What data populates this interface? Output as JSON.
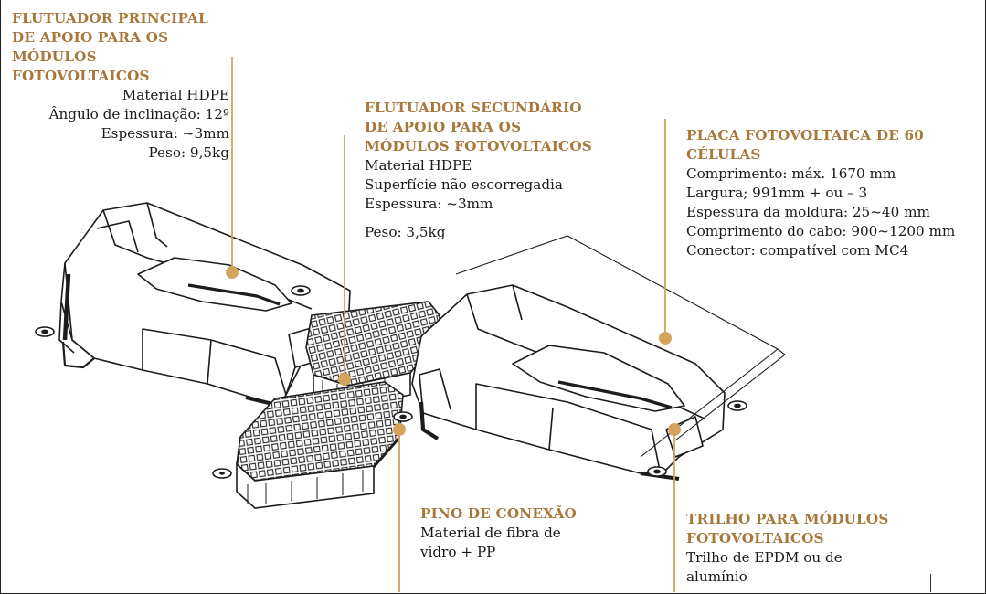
{
  "callouts": {
    "main_float": {
      "title": "FLUTUADOR PRINCIPAL\nDE APOIO PARA OS\nMÓDULOS\nFOTOVOLTAICOS",
      "lines": [
        "Material HDPE",
        "Ângulo de inclinação: 12º",
        "Espessura: ~3mm",
        "Peso: 9,5kg"
      ]
    },
    "secondary_float": {
      "title": "FLUTUADOR SECUNDÁRIO\nDE APOIO PARA OS\nMÓDULOS FOTOVOLTAICOS",
      "lines": [
        "Material HDPE",
        "Superfície não escorregadia",
        "Espessura: ~3mm",
        "Peso: 3,5kg"
      ]
    },
    "pv_panel": {
      "title": "PLACA FOTOVOLTAICA DE 60\nCÉLULAS",
      "lines": [
        "Comprimento: máx. 1670 mm",
        "Largura; 991mm + ou – 3",
        "Espessura da moldura: 25~40 mm",
        "Comprimento do cabo: 900~1200 mm",
        "Conector: compatível com MC4"
      ]
    },
    "pin": {
      "title": "PINO DE CONEXÃO",
      "lines": [
        "Material de fibra de",
        "vidro + PP"
      ]
    },
    "rail": {
      "title": "TRILHO PARA MÓDULOS\nFOTOVOLTAICOS",
      "lines": [
        "Trilho de EPDM ou de",
        "alumínio"
      ]
    }
  },
  "colors": {
    "accent": "#a8773a",
    "accent_dot": "#d4a45c",
    "text": "#1a1a1a",
    "line_art": "#1c1c1c"
  }
}
